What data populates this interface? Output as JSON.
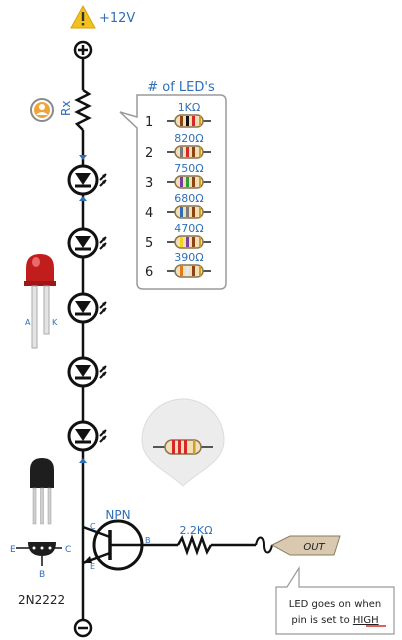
{
  "supply": {
    "label": "+12V",
    "icon": "warning-icon"
  },
  "rx": {
    "label": "Rx"
  },
  "led_table": {
    "title": "# of LED's",
    "rows": [
      {
        "n": "1",
        "value": "1KΩ"
      },
      {
        "n": "2",
        "value": "820Ω"
      },
      {
        "n": "3",
        "value": "750Ω"
      },
      {
        "n": "4",
        "value": "680Ω"
      },
      {
        "n": "5",
        "value": "470Ω"
      },
      {
        "n": "6",
        "value": "390Ω"
      }
    ]
  },
  "led_part": {
    "anode": "A",
    "cathode": "K"
  },
  "transistor": {
    "type": "NPN",
    "part": "2N2222",
    "pins": {
      "c": "C",
      "b": "B",
      "e": "E"
    },
    "pinout": {
      "e": "E",
      "b": "B",
      "c": "C"
    }
  },
  "base_resistor": {
    "value": "2.2KΩ"
  },
  "out_label": "OUT",
  "note": {
    "line1": "LED goes on when",
    "line2_prefix": "pin is set to",
    "line2_emph": "HIGH"
  },
  "colors": {
    "accent": "#2f6fb5",
    "led_red": "#c21d1d",
    "warn": "#f2c21b",
    "highlight": "#d62828"
  }
}
